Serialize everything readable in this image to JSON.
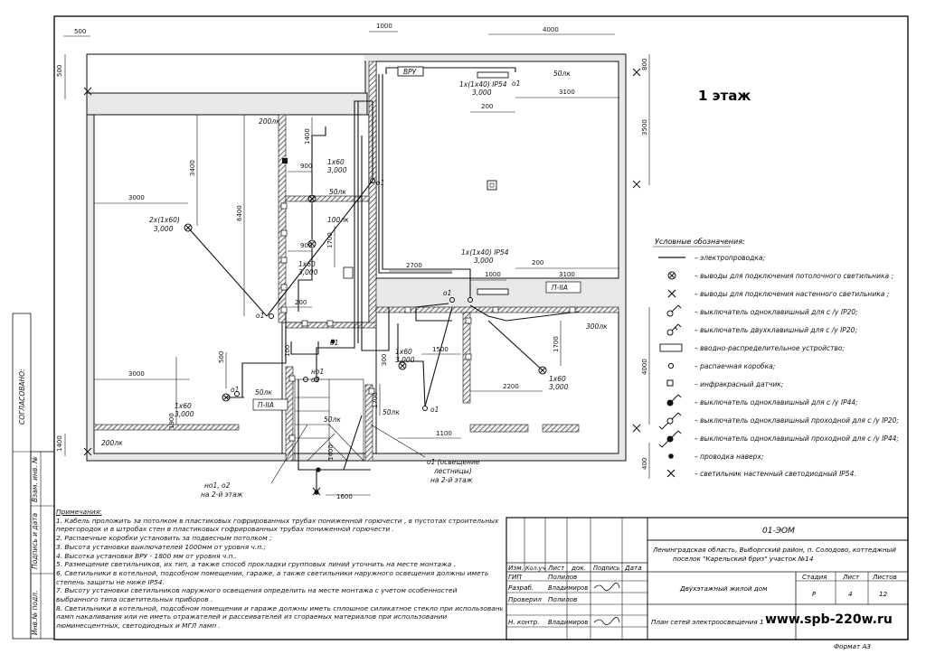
{
  "floor_label": "1 этаж",
  "watermark": "www.spb-220w.ru",
  "format_label": "Формат А3",
  "side_stamp": {
    "agreed": "СОГЛАСОВАНО:",
    "inv_replace": "Взам. инв. №",
    "sign_date": "Подпись и дата",
    "inv_orig": "Инв.№ подл."
  },
  "dimensions": {
    "d500_top": "500",
    "d500_left": "500",
    "d1000_top": "1000",
    "d4000_top": "4000",
    "d800_right": "800",
    "d3500_right": "3500",
    "d4000_right": "4000",
    "d400_right": "400",
    "d3400": "3400",
    "d6400": "6400",
    "d3000_a": "3000",
    "d3000_b": "3000",
    "d1400_a": "1400",
    "d1400_left": "1400",
    "d1900": "1900",
    "d500_mid": "500",
    "d900_a": "900",
    "d900_b": "900",
    "d1700_a": "1700",
    "d1700_b": "1700",
    "d1700_c": "1700",
    "d200_a": "200",
    "d200_b": "200",
    "d200_c": "200",
    "d2700": "2700",
    "d1000_mid": "1000",
    "d3100_a": "3100",
    "d3100_b": "3100",
    "d1500": "1500",
    "d2200": "2200",
    "d1100": "1100",
    "d1600": "1600",
    "d300": "300",
    "d100": "100",
    "d1400_stairs": "1400"
  },
  "plan_labels": {
    "vru": "ВРУ",
    "lux_200_a": "200лк",
    "lux_200_b": "200лк",
    "lux_50_a": "50лк",
    "lux_50_b": "50лк",
    "lux_50_c": "50лк",
    "lux_50_d": "50лк",
    "lux_50_e": "50лк",
    "lux_100": "100лк",
    "lux_300": "300лк",
    "fix_2x60": "2x(1x60)",
    "fix_2x60_w": "3,000",
    "fix_1x60_a": "1x60",
    "fix_1x60_a_w": "3,000",
    "fix_1x60_b": "1x60",
    "fix_1x60_b_w": "3,000",
    "fix_1x60_c": "1x60",
    "fix_1x60_c_w": "3,000",
    "fix_1x60_d": "1x60",
    "fix_1x60_d_w": "3,000",
    "fix_1x60_e": "1x60",
    "fix_1x60_e_w": "3,000",
    "fix_1x40_a": "1x(1x40) IP54",
    "fix_1x40_a_w": "3,000",
    "fix_1x40_b": "1x(1x40) IP54",
    "fix_1x40_b_w": "3,000",
    "p2a_a": "П-IIА",
    "p2a_b": "П-IIА",
    "o1_a": "о1",
    "o1_b": "о1",
    "o1_c": "о1",
    "o1_d": "о1",
    "o1_e": "о1",
    "o1_f": "о1",
    "o1_g": "о1",
    "no1": "но1",
    "o2": "о2",
    "no1_o2": "но1, о2",
    "to_2nd_floor": "на 2-й этаж",
    "stair_light": "о1 (освещение",
    "stair_light_2": "лестницы)",
    "stair_light_3": "на 2-й этаж"
  },
  "legend": {
    "title": "Условные обозначения:",
    "items": [
      "– электропроводка;",
      "– выводы для подключения потолочного светильника ;",
      "– выводы для подключения настенного светильника ;",
      "– выключатель одноклавишный для с /у IP20;",
      "– выключатель двухклавишный для с /у IP20;",
      "– вводно-распределительное устройство;",
      "– распаечная коробка;",
      "– инфракрасный датчик;",
      "– выключатель одноклавишный для с /у IP44;",
      "– выключатель одноклавишный проходной для с /у IP20;",
      "– выключатель одноклавишный проходной для с /у IP44;",
      "– проводка наверх;",
      "– светильник настенный светодиодный  IP54."
    ]
  },
  "notes": {
    "title": "Примечания:",
    "lines": [
      "1. Кабель проложить за потолком в пластиковых гофрированных трубах пониженной горючести  , в пустотах строительных",
      "перегородок и в штробах стен в пластиковых гофрированных трубах пониженной горючести  .",
      "2. Распаечные коробки установить за подвесным потолком ;",
      "3. Высота установки выключателей 1000мм от уровня ч.п.;",
      "4. Высотка установки ВРУ - 1800 мм от уровня ч.п..",
      "5. Размещение светильников, их тип, а также способ прокладки групповых линий уточнить на месте монтажа .",
      "6. Светильники в котельной, подсобном помещении, гараже, а также светильники наружного освещения должны иметь",
      "степень защиты не ниже IP54.",
      "7. Высоту установки светильников наружного освещения определить на месте монтажа с учетом особенностей",
      "выбранного типа осветительных приборов .",
      "8. Светильники в котельной, подсобном помещении и гараже должны иметь сплошное силикатное стекло при использовании",
      "ламп накаливания или не иметь отражателей и рассеивателей из сгораемых материалов при использовании",
      "люминесцентных, светодиодных и МГЛ ламп ."
    ]
  },
  "title_block": {
    "doc_code": "01-ЭОМ",
    "address": "Ленинградская область, Выборгский район, п. Солодово, коттеджный",
    "address2": "поселок \"Карельский бриз\" участок №14",
    "col_izm": "Изм.",
    "col_kol": "Кол.уч",
    "col_list": "Лист",
    "col_dok": "док.",
    "col_podp": "Подпись",
    "col_data": "Дата",
    "role_gip": "ГИП",
    "role_razrab": "Разраб.",
    "role_prov": "Проверил",
    "role_nkontr": "Н. контр.",
    "name_polilov_a": "Полилов",
    "name_vladimirov_a": "Владимиров",
    "name_polilov_b": "Полилов",
    "name_vladimirov_b": "Владимиров",
    "object": "Двухэтажный жилой дом",
    "sheet_title": "План сетей электроосвещения  1",
    "h_stage": "Стадия",
    "h_sheet": "Лист",
    "h_sheets": "Листов",
    "stage": "Р",
    "sheet": "4",
    "sheets": "12"
  }
}
